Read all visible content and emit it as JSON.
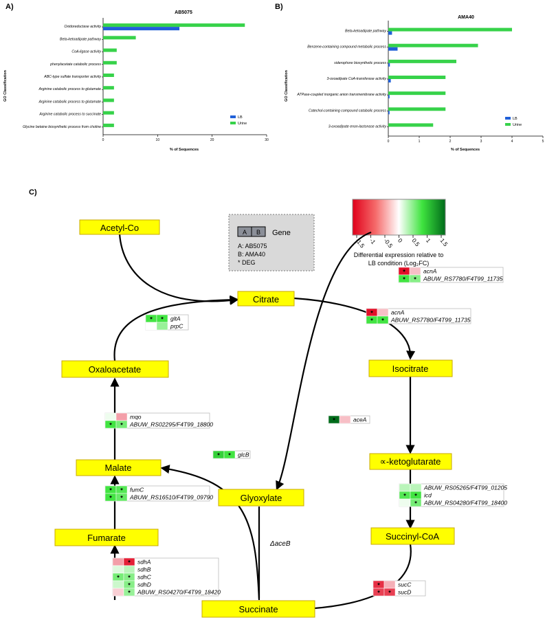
{
  "panel_labels": {
    "a": "A)",
    "b": "B)",
    "c": "C)"
  },
  "colors": {
    "lb": "#2060d8",
    "urine": "#37d24a",
    "node_fill": "#ffff00",
    "node_stroke": "#c8a800"
  },
  "chart_data": [
    {
      "type": "bar",
      "orientation": "horizontal",
      "title": "AB5075",
      "ylabel": "GO Classification",
      "xlabel": "% of Sequences",
      "xlim": [
        0,
        30
      ],
      "xticks": [
        0,
        10,
        20,
        30
      ],
      "legend_position": "bottom-right",
      "categories": [
        "Oxidoreductase activity",
        "Beta-ketoadipate pathway",
        "CoA-ligase activity",
        "phenylacetate catabolic process",
        "ABC-type sulfate transporter activity",
        "Arginine catabolic process to glutamate",
        "Arginine catabolic process to glutamate",
        "Arginine catabolic process to succinate",
        "Glycine betaine biosynthetic process from choline"
      ],
      "series": [
        {
          "name": "LB",
          "color": "#2060d8",
          "values": [
            14,
            0,
            0,
            0,
            0,
            0,
            0,
            0,
            0
          ]
        },
        {
          "name": "Urine",
          "color": "#37d24a",
          "values": [
            26,
            6,
            2.5,
            2.5,
            2,
            2,
            2,
            2,
            2
          ]
        }
      ]
    },
    {
      "type": "bar",
      "orientation": "horizontal",
      "title": "AMA40",
      "ylabel": "GO Classification",
      "xlabel": "% of Sequences",
      "xlim": [
        0,
        5
      ],
      "xticks": [
        0,
        1,
        2,
        3,
        4,
        5
      ],
      "legend_position": "bottom-right",
      "categories": [
        "Beta-ketoadipate pathway",
        "Benzene-containing compound metabolic process",
        "siderophore biosynthetic process",
        "3-oxoadipate CoA-transferase activity",
        "ATPase-coupled inorganic anion transmembrane activity",
        "Catechol-containing compound catabolic process",
        "3-oxoadipate enon-lactonase activity"
      ],
      "series": [
        {
          "name": "LB",
          "color": "#2060d8",
          "values": [
            0.12,
            0.3,
            0.05,
            0.08,
            0.04,
            0.04,
            0
          ]
        },
        {
          "name": "Urine",
          "color": "#37d24a",
          "values": [
            4.0,
            2.9,
            2.2,
            1.85,
            1.85,
            1.85,
            1.45
          ]
        }
      ]
    }
  ],
  "pathway": {
    "nodes": {
      "acetyl": "Acetyl-Co",
      "citrate": "Citrate",
      "isocitrate": "Isocitrate",
      "oxaloacetate": "Oxaloacetate",
      "malate": "Malate",
      "ketoglutarate": "∝-ketoglutarate",
      "glyoxylate": "Glyoxylate",
      "fumarate": "Fumarate",
      "succinyl": "Succinyl-CoA",
      "succinate": "Succinate"
    },
    "deletion_label": "ΔaceB",
    "key_box": {
      "cell_a": "A",
      "cell_b": "B",
      "gene": "Gene",
      "line_a": "A: AB5075",
      "line_b": "B: AMA40",
      "line_deg": "* DEG"
    },
    "colorbar": {
      "ticks": [
        "-1.5",
        "-1",
        "-0.5",
        "0",
        "0.5",
        "1",
        "1.5"
      ],
      "caption_line1": "Differential expression relative to",
      "caption_line2": "LB condition (Log₂FC)"
    },
    "gene_tables": [
      {
        "rows": [
          {
            "gene": "gltA",
            "a": 1.1,
            "b": 1.1,
            "a_deg": true,
            "b_deg": true
          },
          {
            "gene": "prpC",
            "a": 0.0,
            "b": 0.6,
            "a_deg": false,
            "b_deg": false
          }
        ]
      },
      {
        "rows": [
          {
            "gene": "acnA",
            "a": -1.5,
            "b": -0.4,
            "a_deg": true,
            "b_deg": false
          },
          {
            "gene": "ABUW_RS7780/F4T99_11735",
            "a": 1.1,
            "b": 1.1,
            "a_deg": true,
            "b_deg": true
          }
        ]
      },
      {
        "rows": [
          {
            "gene": "acnA",
            "a": -1.5,
            "b": -0.4,
            "a_deg": true,
            "b_deg": false
          },
          {
            "gene": "ABUW_RS7780/F4T99_11735",
            "a": 1.1,
            "b": 0.7,
            "a_deg": true,
            "b_deg": true
          }
        ]
      },
      {
        "rows": [
          {
            "gene": "aceA",
            "a": 1.6,
            "b": -0.4,
            "a_deg": true,
            "b_deg": false
          }
        ]
      },
      {
        "rows": [
          {
            "gene": "mqo",
            "a": 0.1,
            "b": -0.6,
            "a_deg": false,
            "b_deg": false
          },
          {
            "gene": "ABUW_RS02295/F4T99_18800",
            "a": 1.1,
            "b": 0.8,
            "a_deg": true,
            "b_deg": true
          }
        ]
      },
      {
        "rows": [
          {
            "gene": "glcB",
            "a": 1.2,
            "b": 1.1,
            "a_deg": true,
            "b_deg": true
          }
        ]
      },
      {
        "rows": [
          {
            "gene": "ABUW_RS05265/F4T99_01205",
            "a": 0.4,
            "b": 0.4,
            "a_deg": false,
            "b_deg": false
          },
          {
            "gene": "icd",
            "a": 1.0,
            "b": 1.1,
            "a_deg": true,
            "b_deg": true
          },
          {
            "gene": "ABUW_RS04280/F4T99_18400",
            "a": 0.1,
            "b": 0.8,
            "a_deg": false,
            "b_deg": true
          }
        ]
      },
      {
        "rows": [
          {
            "gene": "fumC",
            "a": 1.1,
            "b": 1.0,
            "a_deg": true,
            "b_deg": true
          },
          {
            "gene": "ABUW_RS16510/F4T99_09790",
            "a": 1.1,
            "b": 0.9,
            "a_deg": true,
            "b_deg": true
          }
        ]
      },
      {
        "rows": [
          {
            "gene": "sdhA",
            "a": -0.6,
            "b": -1.4,
            "a_deg": false,
            "b_deg": true
          },
          {
            "gene": "sdhB",
            "a": 0.2,
            "b": 0.4,
            "a_deg": false,
            "b_deg": false
          },
          {
            "gene": "sdhC",
            "a": 0.8,
            "b": 0.7,
            "a_deg": true,
            "b_deg": true
          },
          {
            "gene": "sdhD",
            "a": 0.3,
            "b": 0.7,
            "a_deg": false,
            "b_deg": true
          },
          {
            "gene": "ABUW_RS04270/F4T99_18420",
            "a": -0.3,
            "b": 0.6,
            "a_deg": false,
            "b_deg": true
          }
        ]
      },
      {
        "rows": [
          {
            "gene": "sucC",
            "a": -1.3,
            "b": -0.5,
            "a_deg": true,
            "b_deg": false
          },
          {
            "gene": "sucD",
            "a": -1.2,
            "b": -1.2,
            "a_deg": true,
            "b_deg": true
          }
        ]
      }
    ]
  }
}
